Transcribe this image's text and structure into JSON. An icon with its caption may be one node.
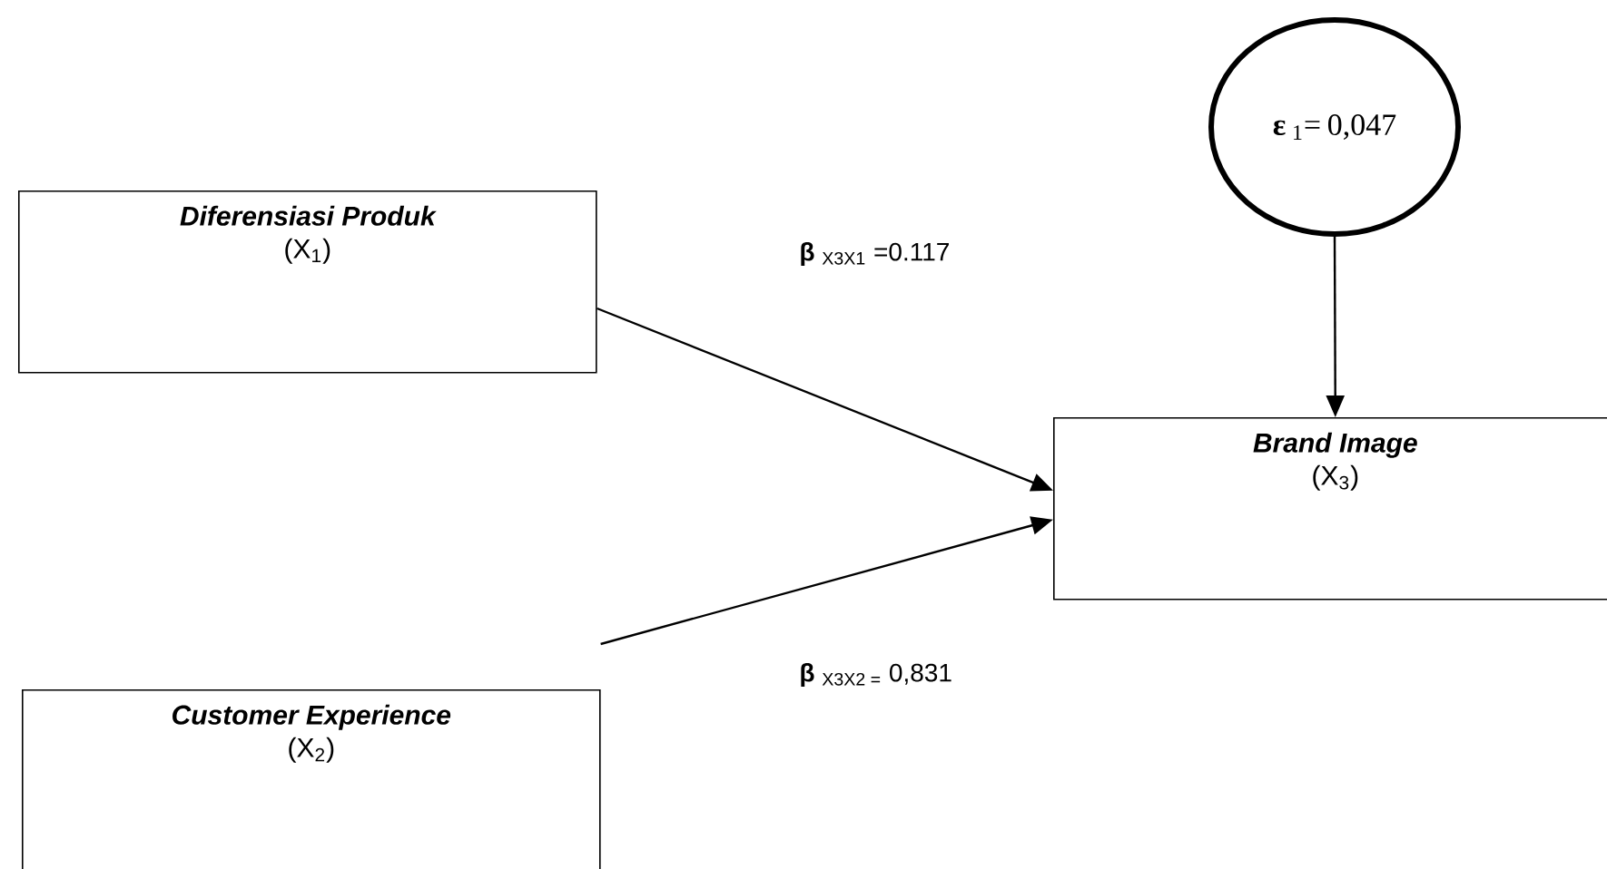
{
  "diagram": {
    "nodes": [
      {
        "text": [
          "**ε** $_{1}$= 0,047"
        ]
      },
      {
        "text": [
          "Diferensiasi Produk",
          "(X$_{1}$)"
        ]
      },
      {
        "text": [
          "Brand Image",
          "(X$_{3}$)"
        ]
      },
      {
        "text": [
          "Customer Experience",
          "(X$_{2}$)"
        ]
      }
    ],
    "edges": [
      {
        "from": 0,
        "to": 2,
        "arrow": "to"
      },
      {
        "from": 1,
        "to": 2,
        "arrow": "to"
      },
      {
        "from": 3,
        "to": 2,
        "arrow": "to"
      }
    ],
    "labels": [
      "**β** $_{X3X1}$ =0.117",
      "**β** $_{X3X2 =}$ 0,831"
    ]
  }
}
